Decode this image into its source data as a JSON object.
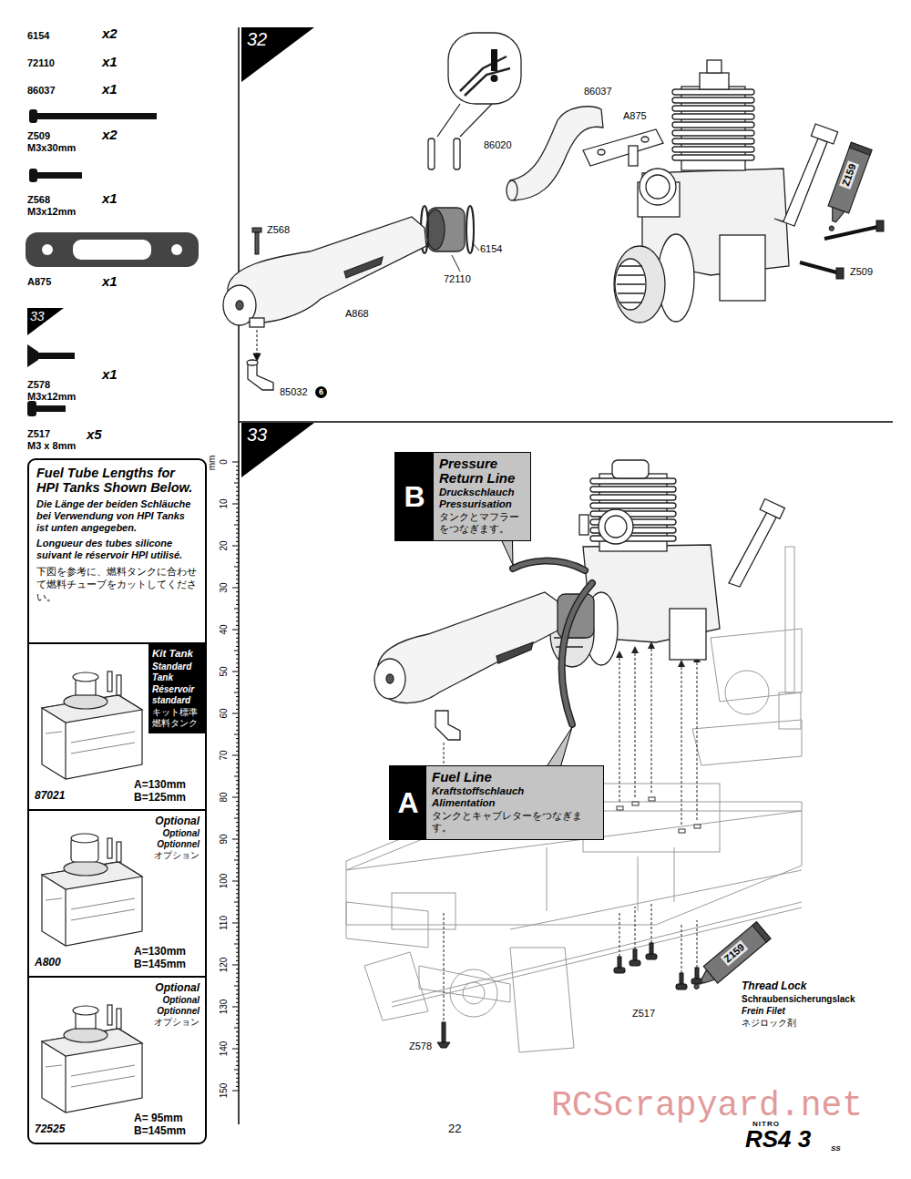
{
  "diagram": {
    "nodes": [
      {
        "text": [
          "32"
        ]
      },
      {
        "text": [
          "33"
        ]
      },
      {
        "text": [
          "Fuel Tube Lengths for HPI Tanks Shown Below.",
          "Die Länge der beiden Schläuche bei Verwendung von HPI Tanks ist unten angegeben.",
          "Longueur des tubes silicone suivant le réservoir HPI utilisé.",
          "下図を参考に、燃料タンクに合わせて燃料チューブをカットしてください。"
        ]
      },
      {
        "text": [
          "87021",
          "A=130mm B=125mm"
        ],
        "in": 2
      },
      {
        "text": [
          "Kit Tank",
          "Standard Tank",
          "Réservoir standard",
          "キット標準燃料タンク"
        ],
        "in": 3
      },
      {
        "text": [
          "Optional",
          "Optional",
          "Optionnel",
          "オプション",
          "A800",
          "A=130mm B=145mm"
        ],
        "in": 2
      },
      {
        "text": [
          "Optional",
          "Optional",
          "Optionnel",
          "オプション",
          "72525",
          "A= 95mm B=145mm"
        ],
        "in": 2
      },
      {
        "text": [
          "33"
        ]
      },
      {
        "text": [
          "Pressure Return Line",
          "Druckschlauch",
          "Pressurisation",
          "タンクとマフラーをつなぎます。"
        ]
      },
      {
        "text": [
          "B"
        ],
        "in": 8
      },
      {
        "text": [
          "Fuel Line",
          "Kraftstoffschlauch",
          "Alimentation",
          "タンクとキャブレターをつなぎます。"
        ]
      },
      {
        "text": [
          "A"
        ],
        "in": 10
      }
    ],
    "labels": [
      "6154",
      "x2",
      "72110",
      "x1",
      "86037",
      "x1",
      "Z509",
      "M3x30mm",
      "x2",
      "Z568",
      "M3x12mm",
      "x1",
      "A875",
      "x1",
      "Z578",
      "M3x12mm",
      "x1",
      "Z517",
      "M3 x 8mm",
      "x5",
      "86037",
      "A875",
      "86020",
      "Z159",
      "Z568",
      "6154",
      "72110",
      "A868",
      "Z509",
      "85032",
      "6",
      "Z159",
      "Thread Lock",
      "Schraubensicherungslack",
      "Frein Filet",
      "ネジロック剤",
      "Z517",
      "Z578",
      "mm",
      "0",
      "10",
      "20",
      "30",
      "40",
      "50",
      "60",
      "70",
      "80",
      "90",
      "100",
      "110",
      "120",
      "130",
      "140",
      "150",
      "22",
      "NITRO",
      "RS4 3",
      "SS",
      "RCScrapyard.net"
    ]
  }
}
